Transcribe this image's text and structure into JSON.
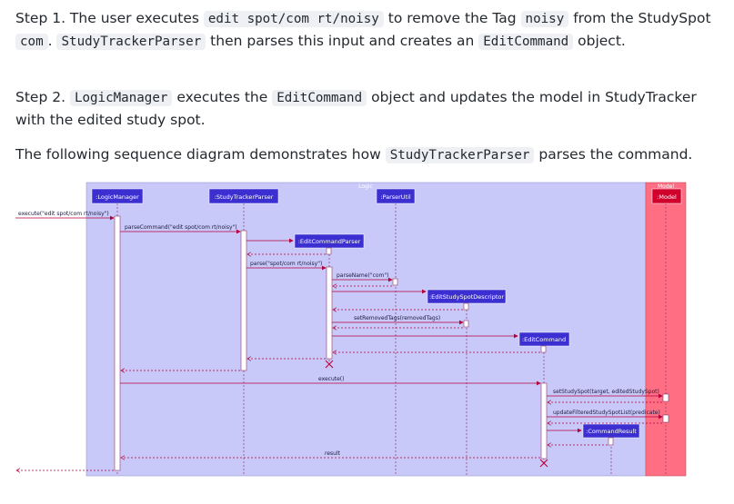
{
  "step1": {
    "t1": "Step 1. The user executes ",
    "c1": "edit spot/com rt/noisy",
    "t2": " to remove the Tag ",
    "c2": "noisy",
    "t3": " from the StudySpot ",
    "c3": "com",
    "t4": ". ",
    "c4": "StudyTrackerParser",
    "t5": " then parses this input and creates an ",
    "c5": "EditCommand",
    "t6": " object."
  },
  "step2": {
    "t1": "Step 2. ",
    "c1": "LogicManager",
    "t2": " executes the ",
    "c2": "EditCommand",
    "t3": " object and updates the model in StudyTracker with the edited study spot."
  },
  "intro": {
    "t1": "The following sequence diagram demonstrates how ",
    "c1": "StudyTrackerParser",
    "t2": " parses the command."
  },
  "diagram": {
    "logic_label": "Logic",
    "model_label": "Model",
    "participants": {
      "logic_manager": ":LogicManager",
      "study_tracker_parser": ":StudyTrackerParser",
      "edit_command_parser": ":EditCommandParser",
      "parser_util": ":ParserUtil",
      "edit_study_spot_descriptor": ":EditStudySpotDescriptor",
      "edit_command": ":EditCommand",
      "command_result": ":CommandResult",
      "model": ":Model"
    },
    "messages": {
      "execute_input": "execute(\"edit spot/com rt/noisy\")",
      "parse_command": "parseCommand(\"edit spot/com rt/noisy\")",
      "parse": "parse(\"spot/com rt/noisy\")",
      "parse_name": "parseName(\"com\")",
      "set_removed_tags": "setRemovedTags(removedTags)",
      "execute": "execute()",
      "set_study_spot": "setStudySpot(target, editedStudySpot)",
      "update_filtered": "updateFilteredStudySpotList(predicate)",
      "result": "result"
    },
    "colors": {
      "logic_bg": "#c9c9f9",
      "model_bg": "#ff6e82",
      "participant_box": "#3b2fd1",
      "model_box": "#d0002c",
      "arrow": "#b4003c"
    }
  }
}
